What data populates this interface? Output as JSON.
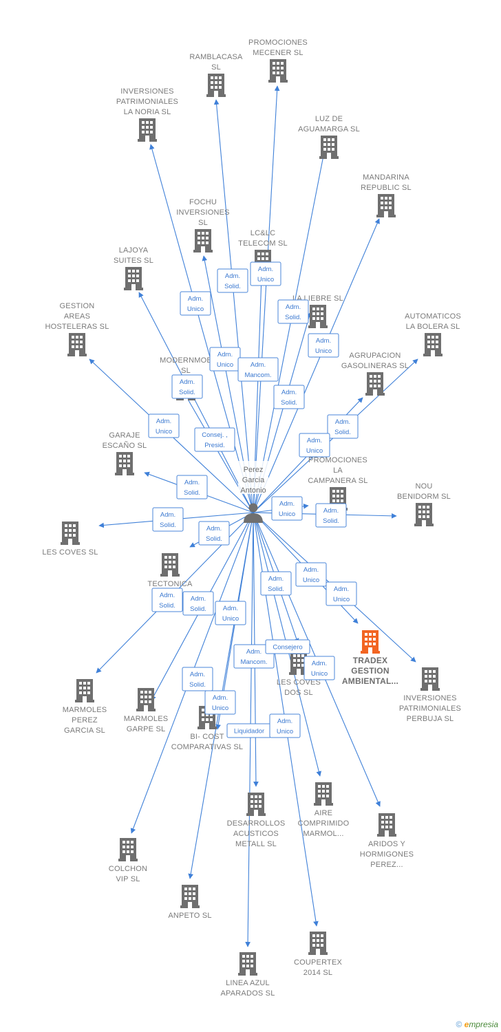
{
  "center": {
    "name_lines": [
      "Perez",
      "Garcia",
      "Antonio"
    ],
    "icon": "person-icon"
  },
  "colors": {
    "edge": "#3f80d8",
    "building": "#6f6f6f",
    "highlight": "#f26522",
    "role_text": "#3a78d0"
  },
  "companies": [
    {
      "id": "promociones-mecener",
      "lines": [
        "PROMOCIONES",
        "MECENER SL"
      ]
    },
    {
      "id": "ramblacasa",
      "lines": [
        "RAMBLACASA",
        "SL"
      ]
    },
    {
      "id": "inversiones-patrimoniales-la-noria",
      "lines": [
        "INVERSIONES",
        "PATRIMONIALES",
        "LA NORIA SL"
      ]
    },
    {
      "id": "luz-de-aguamarga",
      "lines": [
        "LUZ DE",
        "AGUAMARGA SL"
      ]
    },
    {
      "id": "mandarina-republic",
      "lines": [
        "MANDARINA",
        "REPUBLIC  SL"
      ]
    },
    {
      "id": "fochu-inversiones",
      "lines": [
        "FOCHU",
        "INVERSIONES",
        "SL"
      ]
    },
    {
      "id": "lc-lc-telecom",
      "lines": [
        "LC&LC",
        "TELECOM  SL"
      ]
    },
    {
      "id": "lajoya-suites",
      "lines": [
        "LAJOYA",
        "SUITES SL"
      ]
    },
    {
      "id": "la-liebre",
      "lines": [
        "LA LIEBRE  SL"
      ]
    },
    {
      "id": "gestion-areas-hosteleras",
      "lines": [
        "GESTION",
        "AREAS",
        "HOSTELERAS SL"
      ]
    },
    {
      "id": "automaticos-la-bolera",
      "lines": [
        "AUTOMATICOS",
        "LA BOLERA  SL"
      ]
    },
    {
      "id": "modernmob",
      "lines": [
        "MODERNMOB",
        "SL"
      ]
    },
    {
      "id": "agrupacion-gasolineras",
      "lines": [
        "AGRUPACION",
        "GASOLINERAS SL"
      ]
    },
    {
      "id": "garaje-escano",
      "lines": [
        "GARAJE",
        "ESCAÑO SL"
      ]
    },
    {
      "id": "promociones-la-campanera",
      "lines": [
        "PROMOCIONES",
        "LA",
        "CAMPANERA SL"
      ]
    },
    {
      "id": "nou-benidorm",
      "lines": [
        "NOU",
        "BENIDORM  SL"
      ]
    },
    {
      "id": "les-coves",
      "lines": [
        "LES COVES  SL"
      ]
    },
    {
      "id": "tectonica",
      "lines": [
        "TECTONICA",
        "MA..."
      ]
    },
    {
      "id": "tradex-gestion-ambiental",
      "lines": [
        "TRADEX",
        "GESTION",
        "AMBIENTAL..."
      ],
      "highlight": true
    },
    {
      "id": "inversiones-patrimoniales-perbuja",
      "lines": [
        "INVERSIONES",
        "PATRIMONIALES",
        "PERBUJA SL"
      ]
    },
    {
      "id": "les-coves-dos",
      "lines": [
        "LES COVES",
        "DOS  SL"
      ]
    },
    {
      "id": "marmoles-perez-garcia",
      "lines": [
        "MARMOLES",
        "PEREZ",
        "GARCIA SL"
      ]
    },
    {
      "id": "marmoles-garpe",
      "lines": [
        "MARMOLES",
        "GARPE  SL"
      ]
    },
    {
      "id": "bi-cost-comparativas",
      "lines": [
        "BI- COST",
        "COMPARATIVAS SL"
      ]
    },
    {
      "id": "aire-comprimido-marmol",
      "lines": [
        "AIRE",
        "COMPRIMIDO",
        "MARMOL..."
      ]
    },
    {
      "id": "desarrollos-acusticos-metall",
      "lines": [
        "DESARROLLOS",
        "ACUSTICOS",
        "METALL  SL"
      ]
    },
    {
      "id": "aridos-y-hormigones-perez",
      "lines": [
        "ARIDOS Y",
        "HORMIGONES",
        "PEREZ..."
      ]
    },
    {
      "id": "colchon-vip",
      "lines": [
        "COLCHON",
        "VIP  SL"
      ]
    },
    {
      "id": "anpeto",
      "lines": [
        "ANPETO SL"
      ]
    },
    {
      "id": "coupertex-2014",
      "lines": [
        "COUPERTEX",
        "2014  SL"
      ]
    },
    {
      "id": "linea-azul-aparados",
      "lines": [
        "LINEA AZUL",
        "APARADOS SL"
      ]
    }
  ],
  "roles": [
    {
      "id": "r1",
      "lines": [
        "Adm.",
        "Solid."
      ]
    },
    {
      "id": "r2",
      "lines": [
        "Adm.",
        "Unico"
      ]
    },
    {
      "id": "r3",
      "lines": [
        "Adm.",
        "Unico"
      ]
    },
    {
      "id": "r4",
      "lines": [
        "Adm.",
        "Solid."
      ]
    },
    {
      "id": "r5",
      "lines": [
        "Adm.",
        "Unico"
      ]
    },
    {
      "id": "r6",
      "lines": [
        "Adm.",
        "Unico"
      ]
    },
    {
      "id": "r7",
      "lines": [
        "Adm.",
        "Mancom."
      ]
    },
    {
      "id": "r8",
      "lines": [
        "Adm.",
        "Solid."
      ]
    },
    {
      "id": "r9",
      "lines": [
        "Adm.",
        "Solid."
      ]
    },
    {
      "id": "r10",
      "lines": [
        "Adm.",
        "Unico"
      ]
    },
    {
      "id": "r11",
      "lines": [
        "Consej. ,",
        "Presid."
      ]
    },
    {
      "id": "r12",
      "lines": [
        "Adm.",
        "Solid."
      ]
    },
    {
      "id": "r13",
      "lines": [
        "Adm.",
        "Unico"
      ]
    },
    {
      "id": "r14",
      "lines": [
        "Adm.",
        "Solid."
      ]
    },
    {
      "id": "r15",
      "lines": [
        "Adm.",
        "Unico"
      ]
    },
    {
      "id": "r16",
      "lines": [
        "Adm.",
        "Solid."
      ]
    },
    {
      "id": "r17",
      "lines": [
        "Adm.",
        "Solid."
      ]
    },
    {
      "id": "r18",
      "lines": [
        "Adm.",
        "Solid."
      ]
    },
    {
      "id": "r19",
      "lines": [
        "Adm.",
        "Unico"
      ]
    },
    {
      "id": "r20",
      "lines": [
        "Adm.",
        "Unico"
      ]
    },
    {
      "id": "r21",
      "lines": [
        "Adm.",
        "Solid."
      ]
    },
    {
      "id": "r22",
      "lines": [
        "Adm.",
        "Solid."
      ]
    },
    {
      "id": "r23",
      "lines": [
        "Adm.",
        "Unico"
      ]
    },
    {
      "id": "r24",
      "lines": [
        "Adm.",
        "Mancom."
      ]
    },
    {
      "id": "r25",
      "lines": [
        "Consejero"
      ]
    },
    {
      "id": "r26",
      "lines": [
        "Adm.",
        "Unico"
      ]
    },
    {
      "id": "r27",
      "lines": [
        "Adm.",
        "Solid."
      ]
    },
    {
      "id": "r28",
      "lines": [
        "Adm.",
        "Unico"
      ]
    },
    {
      "id": "r29",
      "lines": [
        "Liquidador"
      ]
    },
    {
      "id": "r30",
      "lines": [
        "Adm.",
        "Unico"
      ]
    },
    {
      "id": "r31",
      "lines": [
        "Adm.",
        "Solid."
      ]
    }
  ],
  "footer": {
    "copyright": "©",
    "brand_initial": "e",
    "brand_rest": "mpresia"
  }
}
